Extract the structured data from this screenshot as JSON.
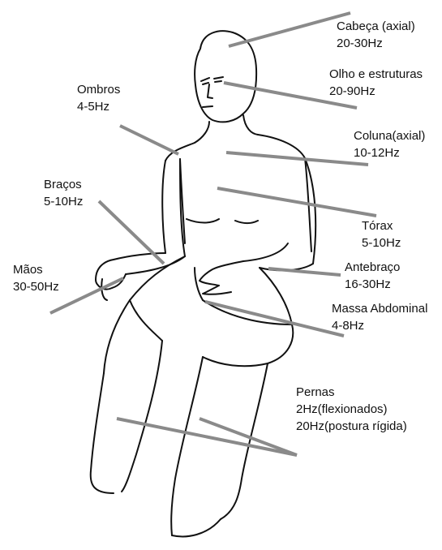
{
  "labels": {
    "cabeca": {
      "name": "Cabeça (axial)",
      "freq": "20-30Hz"
    },
    "olho": {
      "name": "Olho e estruturas",
      "freq": "20-90Hz"
    },
    "ombros": {
      "name": "Ombros",
      "freq": "4-5Hz"
    },
    "coluna": {
      "name": "Coluna(axial)",
      "freq": "10-12Hz"
    },
    "bracos": {
      "name": "Braços",
      "freq": "5-10Hz"
    },
    "torax": {
      "name": "Tórax",
      "freq": "5-10Hz"
    },
    "maos": {
      "name": "Mãos",
      "freq": "30-50Hz"
    },
    "antebraco": {
      "name": "Antebraço",
      "freq": "16-30Hz"
    },
    "abdominal": {
      "name": "Massa Abdominal",
      "freq": "4-8Hz"
    },
    "pernas": {
      "name": "Pernas",
      "freq1": "2Hz(flexionados)",
      "freq2": "20Hz(postura rígida)"
    }
  },
  "colors": {
    "leader": "#8a8a8a",
    "outline": "#111111",
    "background": "#ffffff"
  }
}
